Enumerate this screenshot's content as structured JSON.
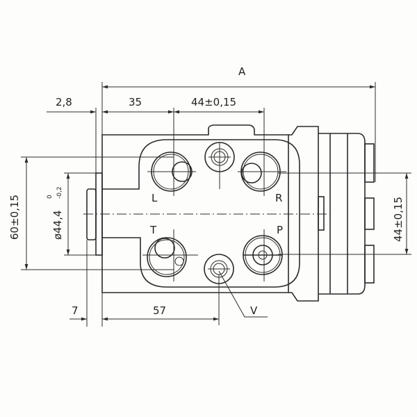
{
  "dimensions": {
    "overall_length": "A",
    "offset_left": "2,8",
    "port_offset": "35",
    "port_spacing_horizontal": "44±0,15",
    "mounting_spacing_vertical": "60±0,15",
    "pilot_diameter": "ø44,4",
    "pilot_tol_upper": "0",
    "pilot_tol_lower": "-0,2",
    "right_spacing_vertical": "44±0,15",
    "pilot_length": "7",
    "v_port_offset": "57"
  },
  "ports": {
    "left": "L",
    "right": "R",
    "tank": "T",
    "pressure": "P",
    "v": "V"
  }
}
